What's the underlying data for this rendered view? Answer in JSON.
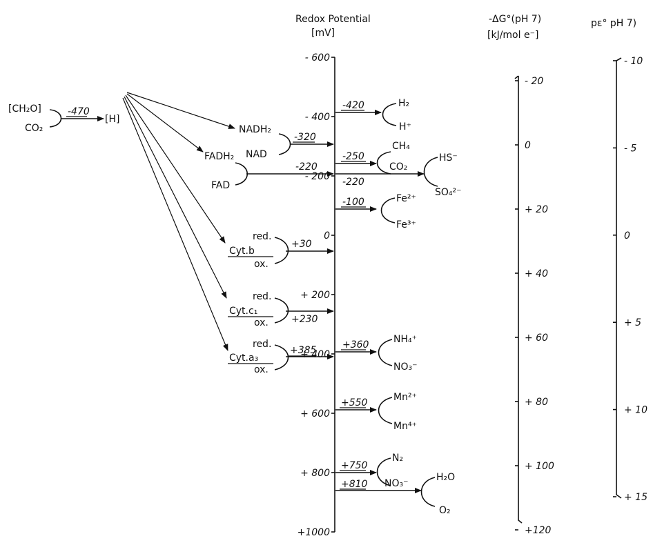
{
  "headers": {
    "redox_title": "Redox Potential",
    "redox_unit": "[mV]",
    "dg_title": "-ΔG°(pH 7)",
    "dg_unit": "[kJ/mol e⁻]",
    "pe_title": "pε° pH 7)"
  },
  "redox_axis": {
    "ticks": [
      {
        "label": "- 600",
        "mv": -600
      },
      {
        "label": "- 400",
        "mv": -400
      },
      {
        "label": "- 200",
        "mv": -200
      },
      {
        "label": "0",
        "mv": 0
      },
      {
        "label": "+ 200",
        "mv": 200
      },
      {
        "label": "+ 400",
        "mv": 400
      },
      {
        "label": "+ 600",
        "mv": 600
      },
      {
        "label": "+ 800",
        "mv": 800
      },
      {
        "label": "+1000",
        "mv": 1000
      }
    ]
  },
  "dg_axis": {
    "ticks": [
      {
        "label": "- 20",
        "value": -20
      },
      {
        "label": "0",
        "value": 0
      },
      {
        "label": "+ 20",
        "value": 20
      },
      {
        "label": "+ 40",
        "value": 40
      },
      {
        "label": "+ 60",
        "value": 60
      },
      {
        "label": "+ 80",
        "value": 80
      },
      {
        "label": "+ 100",
        "value": 100
      },
      {
        "label": "+120",
        "value": 120
      }
    ]
  },
  "pe_axis": {
    "ticks": [
      {
        "label": "- 10",
        "value": -10
      },
      {
        "label": "- 5",
        "value": -5
      },
      {
        "label": "0",
        "value": 0
      },
      {
        "label": "+ 5",
        "value": 5
      },
      {
        "label": "+ 10",
        "value": 10
      },
      {
        "label": "+ 15",
        "value": 15
      }
    ]
  },
  "source": {
    "red": "[CH₂O]",
    "ox": "CO₂",
    "potential": "-470",
    "product": "[H]"
  },
  "carriers": [
    {
      "red": "NADH₂",
      "ox": "NAD",
      "potential": "-320"
    },
    {
      "red": "FADH₂",
      "ox": "FAD",
      "potential": "-220"
    },
    {
      "red": "red.",
      "name": "Cyt.b",
      "ox": "ox.",
      "potential": "+30"
    },
    {
      "red": "red.",
      "name": "Cyt.c₁",
      "ox": "ox.",
      "potential": "+230"
    },
    {
      "red": "red.",
      "name": "Cyt.a₃",
      "ox": "ox.",
      "potential": "+385"
    }
  ],
  "acceptors": [
    {
      "potential": "-420",
      "red": "H₂",
      "ox": "H⁺"
    },
    {
      "potential": "-250",
      "red": "CH₄",
      "ox": "CO₂"
    },
    {
      "potential": "-220",
      "red": "HS⁻",
      "ox": "SO₄²⁻"
    },
    {
      "potential": "-100",
      "red": "Fe²⁺",
      "ox": "Fe³⁺"
    },
    {
      "potential": "+360",
      "red": "NH₄⁺",
      "ox": "NO₃⁻"
    },
    {
      "potential": "+550",
      "red": "Mn²⁺",
      "ox": "Mn⁴⁺"
    },
    {
      "potential": "+750",
      "red": "N₂",
      "ox": "NO₃⁻"
    },
    {
      "potential": "+810",
      "red": "H₂O",
      "ox": "O₂"
    }
  ]
}
